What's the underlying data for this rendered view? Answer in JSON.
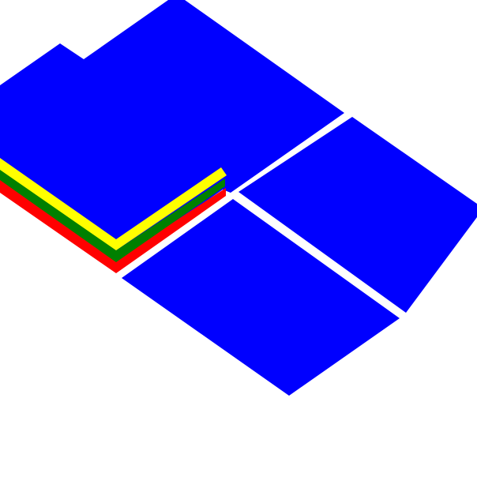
{
  "scene": {
    "background": "#ffffff",
    "tile_color": "#0000ff",
    "gap_color": "#ffffff",
    "tiles": [
      {
        "name": "tile-top-left"
      },
      {
        "name": "tile-right"
      },
      {
        "name": "tile-bottom"
      }
    ],
    "stripes": [
      {
        "name": "stripe-red",
        "color": "#ff0000"
      },
      {
        "name": "stripe-green",
        "color": "#008000"
      },
      {
        "name": "stripe-yellow",
        "color": "#ffff00"
      }
    ]
  }
}
